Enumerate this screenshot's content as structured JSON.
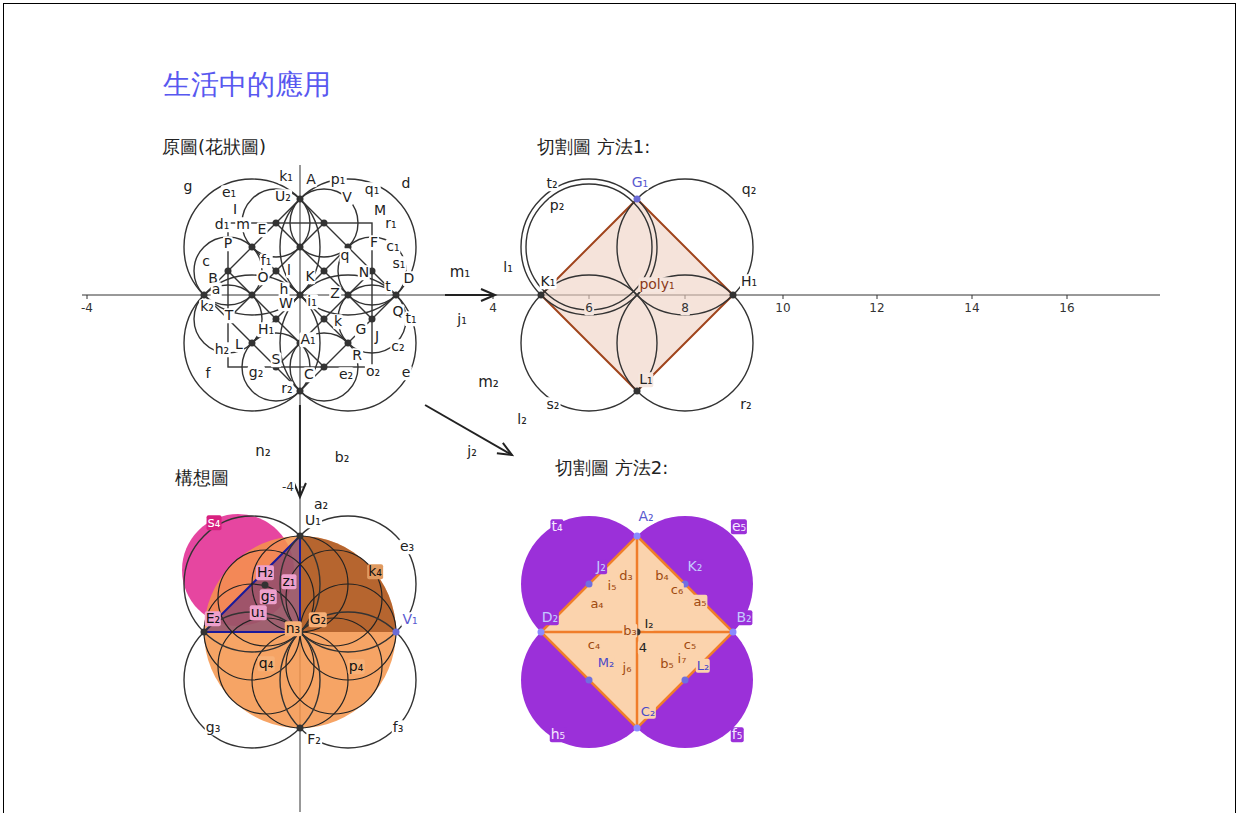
{
  "diagram": {
    "title": "生活中的應用",
    "nodes": [
      {
        "text": [
          "原圖(花狀圖)"
        ]
      },
      {
        "text": [
          "切割圖 方法1:"
        ]
      },
      {
        "text": [
          "構想圖"
        ]
      },
      {
        "text": [
          "切割圖 方法2:"
        ]
      }
    ],
    "edges": [
      {
        "from": 0,
        "to": 1,
        "label": "m₁",
        "arrow": "to"
      },
      {
        "from": 0,
        "to": 3,
        "label": "m₂",
        "arrow": "to"
      },
      {
        "from": 0,
        "to": 2,
        "label": "n₂",
        "arrow": "to"
      }
    ],
    "labels": [
      "g",
      "k₁",
      "A",
      "p₁",
      "q₁",
      "d",
      "e₁",
      "U₂",
      "V",
      "I",
      "M",
      "d₁",
      "m",
      "E",
      "r₁",
      "F",
      "P",
      "c₁",
      "f₁",
      "s₁",
      "c",
      "q",
      "N",
      "B",
      "O",
      "l",
      "K",
      "D",
      "a",
      "h",
      "Z",
      "t",
      "W",
      "i₁",
      "k₂",
      "t₁",
      "T",
      "Q",
      "H₁",
      "k",
      "G",
      "J",
      "A₁",
      "c₂",
      "L",
      "h₂",
      "R",
      "S",
      "f",
      "g₂",
      "C",
      "e₂",
      "o₂",
      "e",
      "r₂",
      "-4",
      "4",
      "6",
      "8",
      "10",
      "12",
      "14",
      "16",
      "-4",
      "j₁",
      "l₁",
      "j₂",
      "l₂",
      "b₂",
      "t₂",
      "p₂",
      "G₁",
      "q₂",
      "K₁",
      "poly₁",
      "H₁",
      "s₂",
      "L₁",
      "r₂",
      "s₄",
      "a₂",
      "U₁",
      "e₃",
      "H₂",
      "z₁",
      "k₄",
      "g₅",
      "u₁",
      "E₂",
      "n₃",
      "G₂",
      "V₁",
      "q₄",
      "p₄",
      "g₃",
      "F₂",
      "f₃",
      "t₄",
      "A₂",
      "e₅",
      "J₂",
      "d₃",
      "K₂",
      "b₄",
      "i₅",
      "c₆",
      "a₄",
      "a₅",
      "D₂",
      "B₂",
      "I₂",
      "b₃",
      "c₄",
      "c₅",
      "4",
      "M₂",
      "j₆",
      "b₅",
      "i₇",
      "L₂",
      "C₂",
      "h₅",
      "f₅"
    ]
  }
}
